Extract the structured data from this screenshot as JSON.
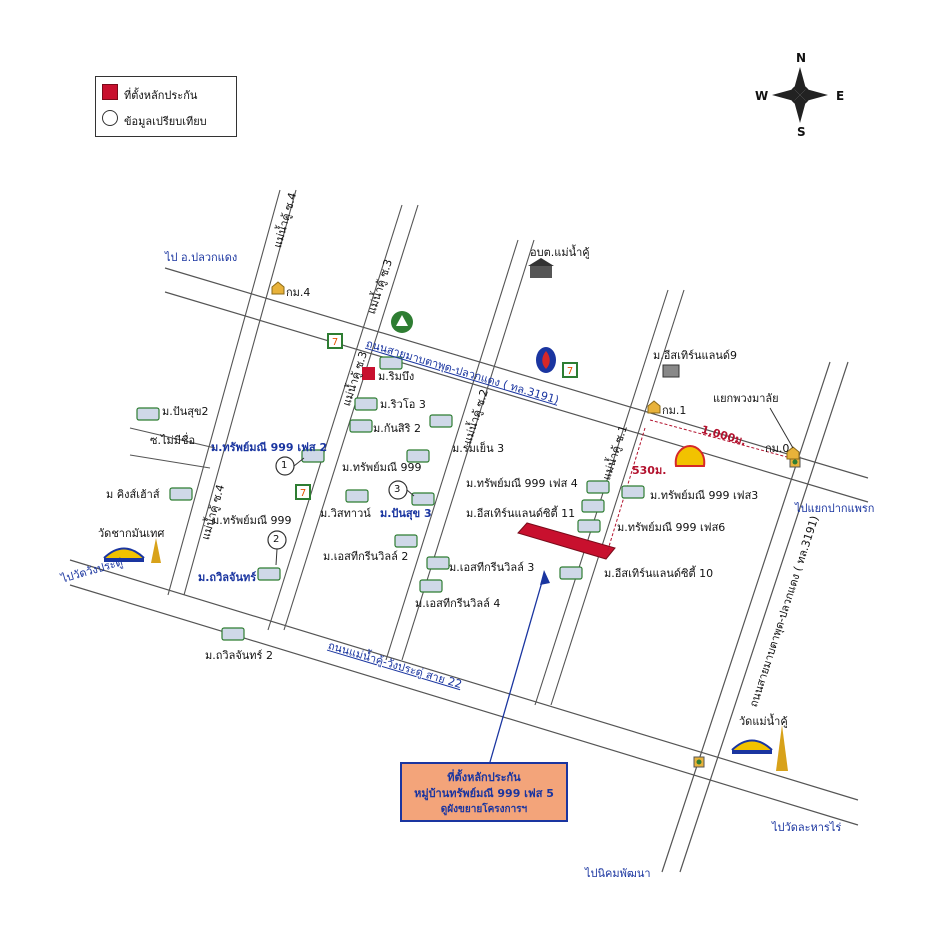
{
  "legend": {
    "collateral": "ที่ตั้งหลักประกัน",
    "comparable": "ข้อมูลเปรียบเทียบ",
    "collateral_color": "#c8102e"
  },
  "compass": {
    "n": "N",
    "s": "S",
    "e": "E",
    "w": "W"
  },
  "roads": {
    "to_plaukdaeng": "ไป อ.ปลวกแดง",
    "main_highway": "ถนนสายมาบตาพุด-ปลวกแดง ( ทล.3191)",
    "vertical_highway": "ถนนสายมาบตาพุด-ปลวกแดง ( ทล.3191)",
    "to_pakpraek": "ไปแยกปากแพรก",
    "to_wangprachu": "ไปวัดวังประดู่",
    "lower_road": "ถนนแม่น้ำคู้-วังประดู่ สาย 22",
    "to_nikom": "ไปนิคมพัฒนา",
    "to_satharos": "ไปวัดละหารไร่",
    "soi4_top": "แม่น้ำคู้ ซ.4",
    "soi3_top": "แม่น้ำคู้ ซ.3",
    "soi3_mid": "แม่น้ำคู้ ซ.3",
    "soi2": "แม่น้ำคู้ ซ.2",
    "soi1": "แม่น้ำคู้ ซ.1",
    "soi4_lower": "แม่น้ำคู้ ซ.4",
    "soi_maimiue": "ซ.ไม่มีชื่อ"
  },
  "places": {
    "km4": "กม.4",
    "km1": "กม.1",
    "km0": "กม.0",
    "obt": "อบต.แม่น้ำคู้",
    "eastern_land9": "ม.อีสเทิร์นแลนด์9",
    "phuangmalai": "แยกพวงมาลัย",
    "wat_chak": "วัดชากมันเทศ",
    "wat_maenamkhu": "วัดแม่น้ำคู้"
  },
  "villages": {
    "pansuk2": "ม.ปันสุข2",
    "kings": "ม คิงส์เฮ้าส์",
    "sap999_f2": "ม.ทรัพย์มณี 999 เฟส 2",
    "sap999": "ม.ทรัพย์มณี 999",
    "sap999b": "ม.ทรัพย์มณี 999",
    "rimbueng": "ม.ริมบึง",
    "rio3": "ม.ริวโอ 3",
    "kansiri2": "ม.กันสิริ 2",
    "romyen3": "ม.ร่มเย็น 3",
    "sap999mid": "ม.ทรัพย์มณี 999",
    "wisawan": "ม.วิสทาวน์",
    "pansuk3": "ม.ปันสุข 3",
    "green2": "ม.เอสทีกรีนวิลล์ 2",
    "green3": "ม.เอสทีกรีนวิลล์ 3",
    "green4": "ม.เอสทีกรีนวิลล์ 4",
    "thawilchan": "ม.ถวิลจันทร์",
    "thawilchan2": "ม.ถวิลจันทร์ 2",
    "sap_f4": "ม.ทรัพย์มณี 999 เฟส 4",
    "eastern11": "ม.อีสเทิร์นแลนด์ซิตี้ 11",
    "sap_f3": "ม.ทรัพย์มณี 999 เฟส3",
    "sap_f6": "ม.ทรัพย์มณี 999 เฟส6",
    "eastern10": "ม.อีสเทิร์นแลนด์ซิตี้ 10"
  },
  "distances": {
    "d1000": "1,000ม.",
    "d530": "530ม."
  },
  "markers": {
    "m1": "1",
    "m2": "2",
    "m3": "3"
  },
  "callout": {
    "line1": "ที่ตั้งหลักประกัน",
    "line2": "หมู่บ้านทรัพย์มณี 999 เฟส 5",
    "line3": "ดูผังขยายโครงการฯ"
  },
  "colors": {
    "road": "#555555",
    "label_blue": "#1a35a0",
    "distance_red": "#b3122e",
    "callout_bg": "#f3a47a"
  }
}
